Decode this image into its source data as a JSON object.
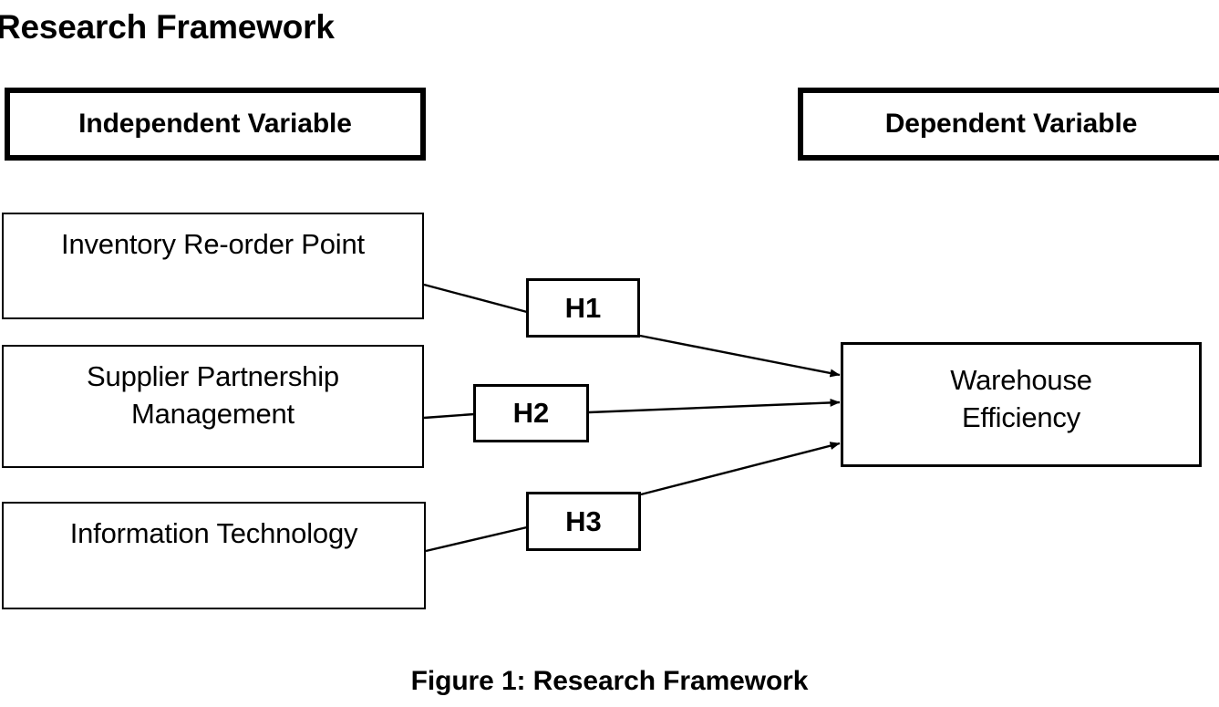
{
  "page": {
    "title": "Research Framework",
    "caption": "Figure 1: Research Framework",
    "background_color": "#ffffff",
    "line_color": "#000000"
  },
  "headers": {
    "independent": "Independent Variable",
    "dependent": "Dependent Variable"
  },
  "independent_variables": [
    {
      "id": "inventory",
      "label": "Inventory Re-order Point"
    },
    {
      "id": "supplier",
      "label": "Supplier Partnership\nManagement"
    },
    {
      "id": "infotech",
      "label": "Information Technology"
    }
  ],
  "dependent_variable": {
    "id": "warehouse",
    "label": "Warehouse\nEfficiency"
  },
  "hypotheses": [
    {
      "id": "h1",
      "label": "H1",
      "from": "Inventory Re-order Point",
      "to": "Warehouse Efficiency"
    },
    {
      "id": "h2",
      "label": "H2",
      "from": "Supplier Partnership Management",
      "to": "Warehouse Efficiency"
    },
    {
      "id": "h3",
      "label": "H3",
      "from": "Information Technology",
      "to": "Warehouse Efficiency"
    }
  ]
}
